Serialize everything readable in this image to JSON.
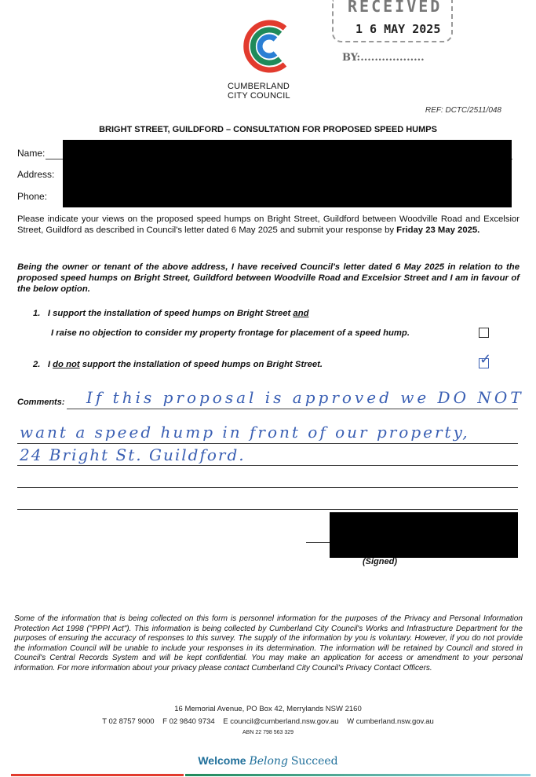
{
  "header": {
    "org_line1": "CUMBERLAND",
    "org_line2": "CITY COUNCIL",
    "stamp_word": "RECEIVED",
    "stamp_date": "1 6 MAY 2025",
    "stamp_by": "BY:..................",
    "ref": "REF: DCTC/2511/048"
  },
  "title": "BRIGHT STREET, GUILDFORD – CONSULTATION FOR PROPOSED SPEED HUMPS",
  "fields": {
    "name_label": "Name:",
    "address_label": "Address:",
    "phone_label": "Phone:"
  },
  "intro": "Please indicate your views on the proposed speed humps on Bright Street, Guildford between Woodville Road and Excelsior Street, Guildford as described in Council's letter dated 6 May 2025 and submit your response by ",
  "intro_deadline": "Friday 23 May 2025.",
  "declaration": "Being the owner or tenant of the above address, I have received Council's letter dated 6 May 2025 in relation to the proposed speed humps on Bright Street, Guildford between Woodville Road and Excelsior Street and I am in favour of the below option.",
  "options": [
    {
      "number": "1.",
      "text": "I support the installation of speed humps on Bright Street ",
      "and": "and",
      "text2": "I raise no objection to consider my property frontage for placement of a speed hump.",
      "checked": false
    },
    {
      "number": "2.",
      "text_a": "I ",
      "not": "do not",
      "text_b": " support the installation of speed humps on Bright Street.",
      "checked": true
    }
  ],
  "comments": {
    "label": "Comments:",
    "line1": "If this proposal is approved we DO NOT",
    "line2": "want a speed hump in front of our property,",
    "line3": "24 Bright St. Guildford."
  },
  "signed_label": "(Signed)",
  "privacy": "Some of the information that is being collected on this form is personnel information for the purposes of the Privacy and Personal Information Protection Act 1998 (\"PPPI Act\"). This information is being collected by Cumberland City Council's Works and Infrastructure Department for the purposes of ensuring the accuracy of responses to this survey. The supply of the information by you is voluntary. However, if you do not provide the information Council will be unable to include your responses in its determination. The information will be retained by Council and stored in Council's Central Records System and will be kept confidential. You may make an application for access or amendment to your personal information. For more information about your privacy please contact Cumberland City Council's Privacy Contact Officers.",
  "footer": {
    "address": "16 Memorial Avenue, PO Box 42, Merrylands NSW 2160",
    "contacts": "T 02 8757 9000    F 02 9840 9734    E council@cumberland.nsw.gov.au    W cumberland.nsw.gov.au",
    "abn": "ABN 22 798 563 329",
    "tag1": "Welcome",
    "tag2": "Belong",
    "tag3": "Succeed"
  },
  "colors": {
    "red": "#e23b2e",
    "green": "#1f8a5a",
    "blue": "#2a7fd4",
    "tagline": "#1f6f9a"
  }
}
